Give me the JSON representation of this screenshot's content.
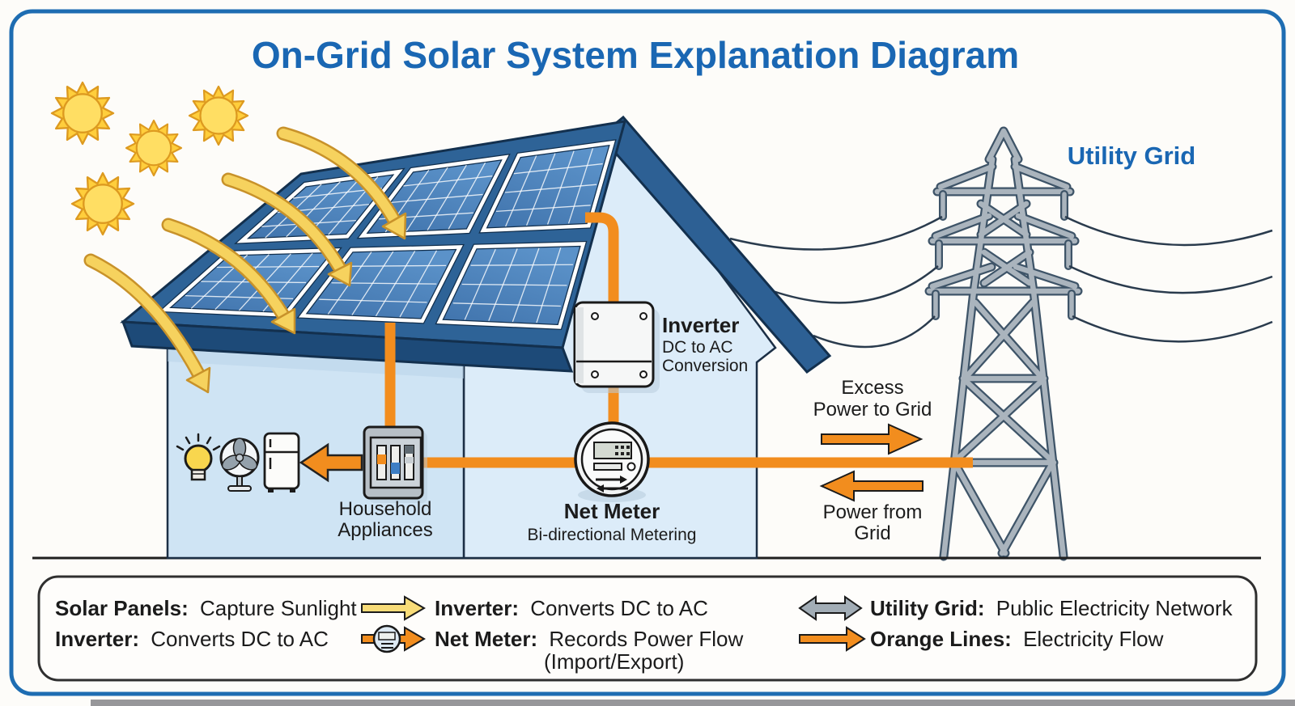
{
  "title": "On-Grid Solar System Explanation Diagram",
  "labels": {
    "utility_grid": "Utility Grid",
    "inverter": {
      "title": "Inverter",
      "line1": "DC to AC",
      "line2": "Conversion"
    },
    "net_meter": {
      "title": "Net Meter",
      "subtitle": "Bi-directional Metering"
    },
    "household": {
      "line1": "Household",
      "line2": "Appliances"
    },
    "excess": {
      "line1": "Excess",
      "line2": "Power to Grid"
    },
    "from_grid": {
      "line1": "Power from",
      "line2": "Grid"
    }
  },
  "legend": {
    "items": [
      {
        "term": "Solar Panels:",
        "desc": "Capture Sunlight",
        "icon": "none"
      },
      {
        "term": "Inverter:",
        "desc": "Converts DC to AC",
        "icon": "none"
      },
      {
        "term": "Inverter:",
        "desc": "Converts DC to AC",
        "icon": "yellow-arrow"
      },
      {
        "term": "Net Meter:",
        "desc": "Records Power Flow",
        "desc2": "(Import/Export)",
        "icon": "net-meter"
      },
      {
        "term": "Utility Grid:",
        "desc": "Public Electricity Network",
        "icon": "gray-double-arrow"
      },
      {
        "term": "Orange Lines:",
        "desc": "Electricity Flow",
        "icon": "orange-arrow"
      }
    ]
  },
  "colors": {
    "accent_blue": "#1a67b3",
    "border_blue": "#1e6db2",
    "roof_blue": "#2e6397",
    "panel_blue": "#4a80ba",
    "wall_blue": "#cfe4f4",
    "orange": "#f28d1e",
    "sun_yellow": "#ffce3c",
    "arrow_yellow": "#f6d25e",
    "tower_gray": "#aab4bd"
  }
}
